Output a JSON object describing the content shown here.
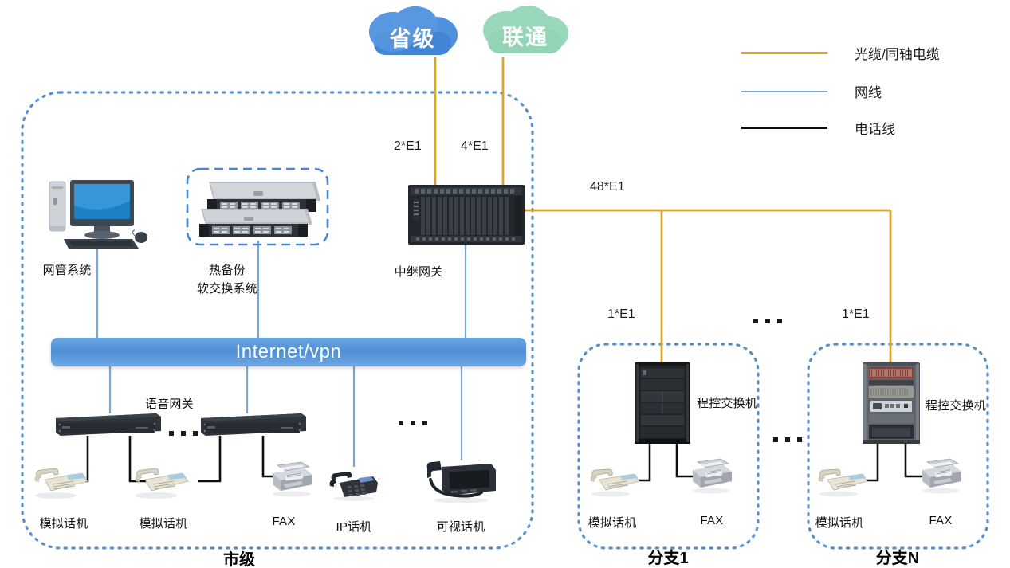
{
  "diagram": {
    "title": "voip-network-topology"
  },
  "clouds": [
    {
      "name": "province-cloud",
      "label": "省级",
      "color": "#4a8fdc"
    },
    {
      "name": "unicom-cloud",
      "label": "联通",
      "color": "#9ad8bb"
    }
  ],
  "legend": {
    "items": [
      {
        "name": "fiber-coax",
        "label": "光缆/同轴电缆",
        "color": "#d9a528"
      },
      {
        "name": "network-cable",
        "label": "网线",
        "color": "#7ba7d7"
      },
      {
        "name": "phone-line",
        "label": "电话线",
        "color": "#0d0d0d"
      }
    ]
  },
  "link_labels": {
    "province_trunk": "2*E1",
    "unicom_trunk": "4*E1",
    "trunk_branches": "48*E1",
    "branch1": "1*E1",
    "branchN": "1*E1"
  },
  "zones": [
    {
      "name": "city-zone",
      "label": "市级"
    },
    {
      "name": "branch1-zone",
      "label": "分支1"
    },
    {
      "name": "branchN-zone",
      "label": "分支N"
    }
  ],
  "city": {
    "nms": {
      "label": "网管系统",
      "icon": "desktop-computer-icon"
    },
    "softswitch": {
      "label_line1": "热备份",
      "label_line2": "软交换系统",
      "icon": "server-stack-icon"
    },
    "trunk_gateway": {
      "label": "中继网关",
      "icon": "rack-chassis-icon"
    },
    "internet": {
      "label": "Internet/vpn"
    },
    "voice_gateway": {
      "label": "语音网关",
      "icon": "rack-gateway-icon"
    },
    "endpoints": [
      {
        "name": "analog-phone-1",
        "label": "模拟话机",
        "icon": "analog-phone-icon"
      },
      {
        "name": "analog-phone-2",
        "label": "模拟话机",
        "icon": "analog-phone-icon"
      },
      {
        "name": "fax-1",
        "label": "FAX",
        "icon": "fax-machine-icon"
      },
      {
        "name": "ip-phone",
        "label": "IP话机",
        "icon": "ip-phone-icon"
      },
      {
        "name": "video-phone",
        "label": "可视话机",
        "icon": "video-phone-icon"
      }
    ]
  },
  "branch1": {
    "pbx": {
      "label": "程控交换机",
      "icon": "pbx-cabinet-dark-icon"
    },
    "endpoints": [
      {
        "name": "analog-phone",
        "label": "模拟话机",
        "icon": "analog-phone-icon"
      },
      {
        "name": "fax",
        "label": "FAX",
        "icon": "fax-machine-icon"
      }
    ]
  },
  "branchN": {
    "pbx": {
      "label": "程控交换机",
      "icon": "pbx-cabinet-light-icon"
    },
    "endpoints": [
      {
        "name": "analog-phone",
        "label": "模拟话机",
        "icon": "analog-phone-icon"
      },
      {
        "name": "fax",
        "label": "FAX",
        "icon": "fax-machine-icon"
      }
    ]
  },
  "colors": {
    "fiber": "#d9a528",
    "netcable": "#7ba7d7",
    "phoneline": "#0d0d0d",
    "zone_border": "#5b8fc9",
    "dashed_box": "#4a86d8",
    "internet_bar": "#4f8fd6"
  }
}
